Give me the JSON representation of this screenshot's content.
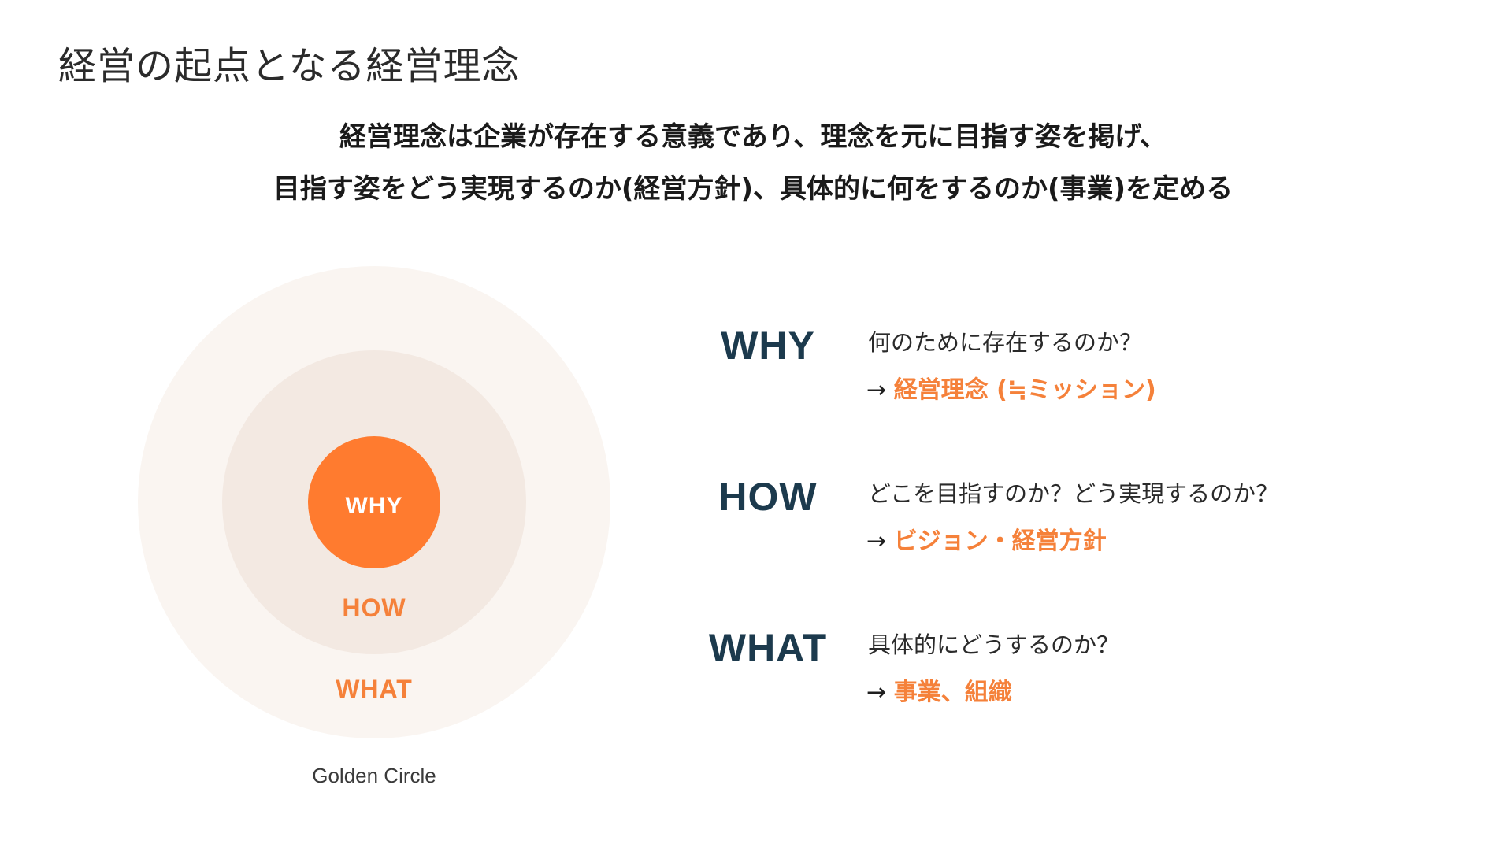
{
  "page": {
    "title": "経営の起点となる経営理念",
    "lead": [
      "経営理念は企業が存在する意義であり、理念を元に目指す姿を掲げ、",
      "目指す姿をどう実現するのか(経営方針)、具体的に何をするのか(事業)を定める"
    ]
  },
  "diagram": {
    "inner_label": "WHY",
    "middle_label": "HOW",
    "outer_label": "WHAT",
    "caption": "Golden Circle",
    "colors": {
      "inner": "#ff7b2f",
      "middle": "#f3e9e2",
      "outer": "#faf5f1",
      "ring_text": "#f5813a"
    }
  },
  "rows": [
    {
      "keyword": "WHY",
      "question": "何のために存在するのか？",
      "arrow": "→",
      "answer": "経営理念 (≒ミッション)"
    },
    {
      "keyword": "HOW",
      "question": "どこを目指すのか？どう実現するのか？",
      "arrow": "→",
      "answer": "ビジョン・経営方針"
    },
    {
      "keyword": "WHAT",
      "question": "具体的にどうするのか？",
      "arrow": "→",
      "answer": "事業、組織"
    }
  ],
  "colors": {
    "keyword": "#1c3a4d",
    "accent": "#f5813a"
  }
}
